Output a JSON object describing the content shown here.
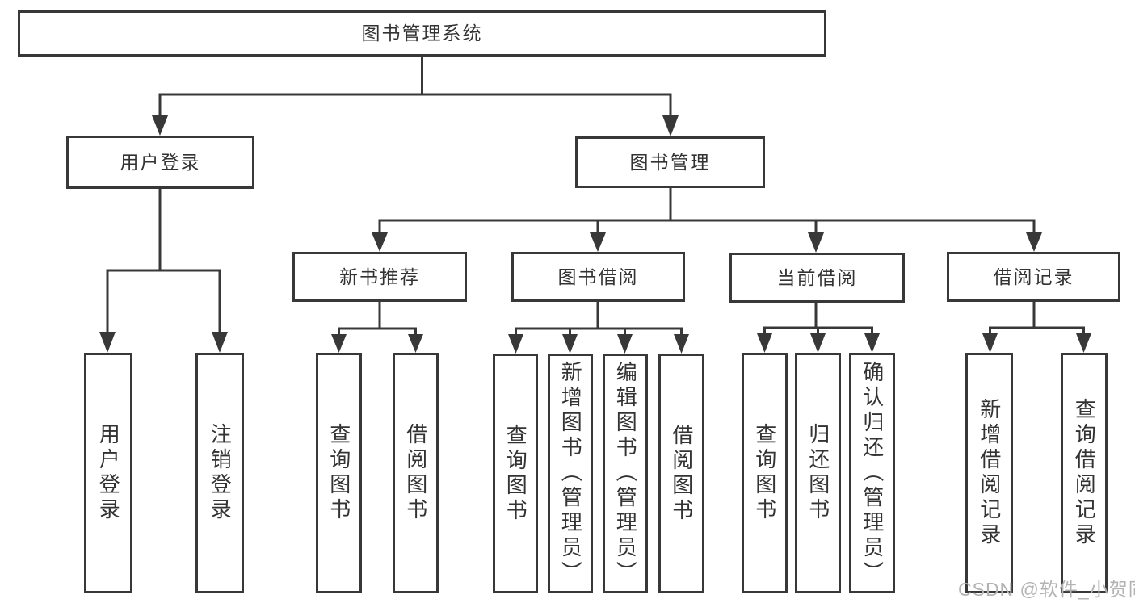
{
  "nodes": {
    "root": "图书管理系统",
    "user_login": "用户登录",
    "book_management": "图书管理",
    "new_book_recommendation": "新书推荐",
    "book_borrowing": "图书借阅",
    "current_borrowing": "当前借阅",
    "borrowing_records": "借阅记录",
    "user_login_children": [
      "用户登录",
      "注销登录"
    ],
    "new_books_children": [
      "查询图书",
      "借阅图书"
    ],
    "book_borrow_children": [
      "查询图书",
      "新增图书（管理员）",
      "编辑图书（管理员）",
      "借阅图书"
    ],
    "current_borrow_children": [
      "查询图书",
      "归还图书",
      "确认归还（管理员）"
    ],
    "borrow_records_children": [
      "新增借阅记录",
      "查询借阅记录"
    ]
  },
  "watermark": "CSDN @软件_小贺同学",
  "colors": {
    "background": "#ffffff",
    "line": "#383838",
    "box_border": "#383838",
    "text": "#333333",
    "watermark": "#b3b3b3"
  }
}
